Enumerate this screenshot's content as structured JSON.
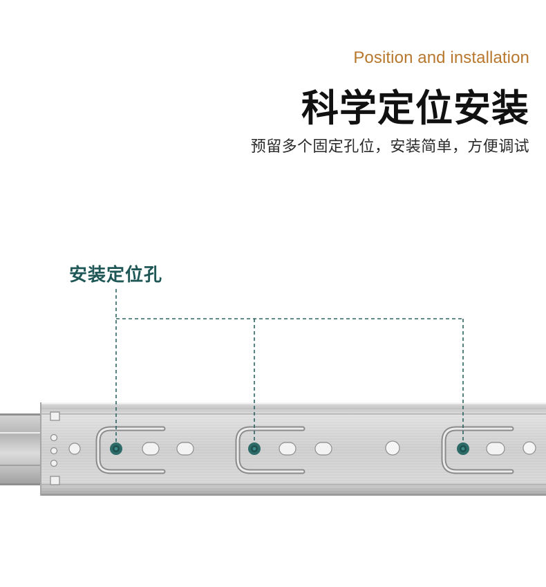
{
  "header": {
    "subtitle_en": "Position and installation",
    "title_cn": "科学定位安装",
    "description_cn": "预留多个固定孔位，安装简单，方便调试"
  },
  "callout": {
    "label": "安装定位孔"
  },
  "colors": {
    "accent_gold": "#b7782d",
    "accent_teal": "#1f5757",
    "rail_steel": "#c9c9c9"
  }
}
